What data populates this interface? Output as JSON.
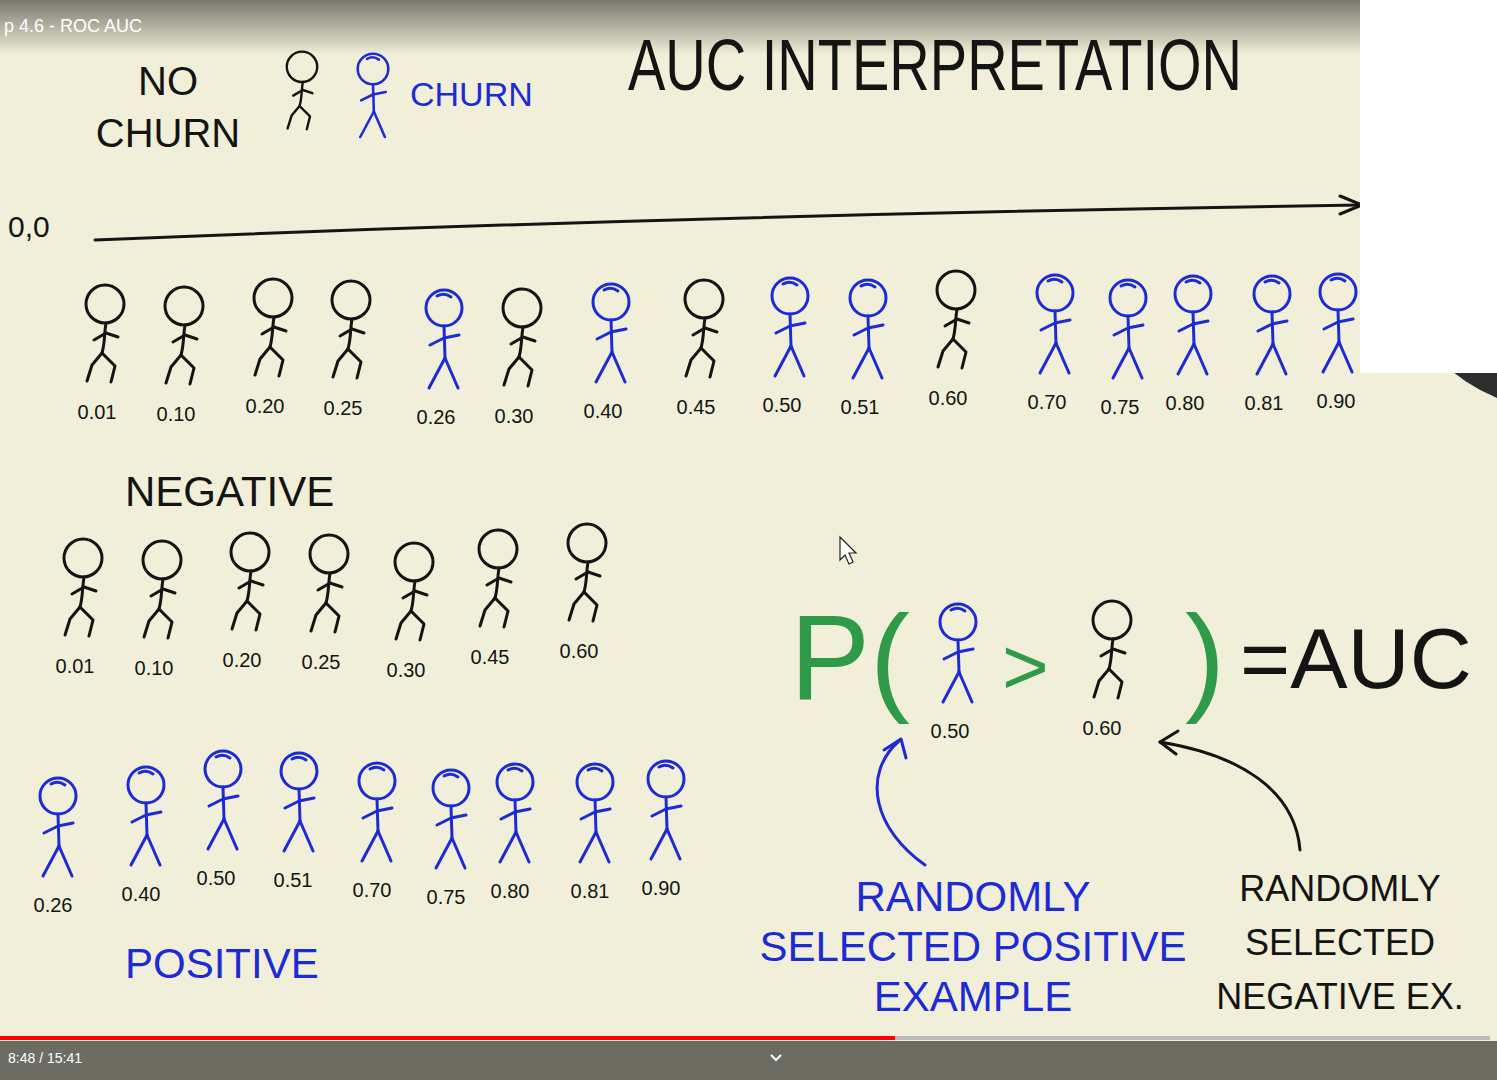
{
  "diagram": {
    "title": "AUC INTERPRETATION",
    "labels": [
      "p 4.6 - ROC AUC",
      "0,0",
      "0.01",
      "0.10",
      "0.20",
      "0.25",
      "0.26",
      "0.30",
      "0.40",
      "0.45",
      "0.50",
      "0.51",
      "0.60",
      "0.70",
      "0.75",
      "0.80",
      "0.81",
      "0.90",
      "NEGATIVE",
      "0.01",
      "0.10",
      "0.20",
      "0.25",
      "0.30",
      "0.45",
      "0.60",
      "POSITIVE",
      "0.26",
      "0.40",
      "0.50",
      "0.51",
      "0.70",
      "0.75",
      "0.80",
      "0.81",
      "0.90",
      "P(",
      ">",
      ")",
      "=AUC",
      "0.50",
      "0.60",
      "RANDOMLY SELECTED POSITIVE EXAMPLE",
      "RANDOMLY SELECTED NEGATIVE EX.",
      "8:48 / 15:41"
    ],
    "legend": [
      {
        "text": "NO CHURN"
      },
      {
        "text": "CHURN"
      }
    ]
  }
}
